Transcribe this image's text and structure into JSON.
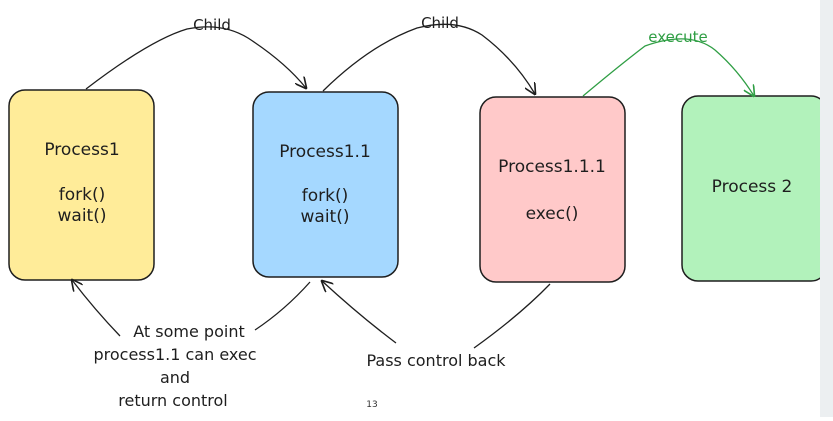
{
  "boxes": [
    {
      "id": "process1",
      "lines": [
        "Process1",
        "",
        "fork()",
        "wait()"
      ],
      "fill": "#ffec99"
    },
    {
      "id": "process1-1",
      "lines": [
        "Process1.1",
        "",
        "fork()",
        "wait()"
      ],
      "fill": "#a5d8ff"
    },
    {
      "id": "process1-1-1",
      "lines": [
        "Process1.1.1",
        "",
        "exec()"
      ],
      "fill": "#ffc9c9"
    },
    {
      "id": "process2",
      "lines": [
        "Process 2"
      ],
      "fill": "#b2f2bb"
    }
  ],
  "edges": {
    "child_label_1": "Child",
    "child_label_2": "Child",
    "execute_label": "execute",
    "execute_color": "#2f9e44"
  },
  "notes": {
    "exec_note": [
      "At some point",
      "process1.1 can exec",
      "and",
      "return control"
    ],
    "pass_back": "Pass control back"
  },
  "page_number": "13",
  "colors": {
    "stroke": "#1e1e1e",
    "background": "#ffffff",
    "side_strip": "#eceff1"
  }
}
